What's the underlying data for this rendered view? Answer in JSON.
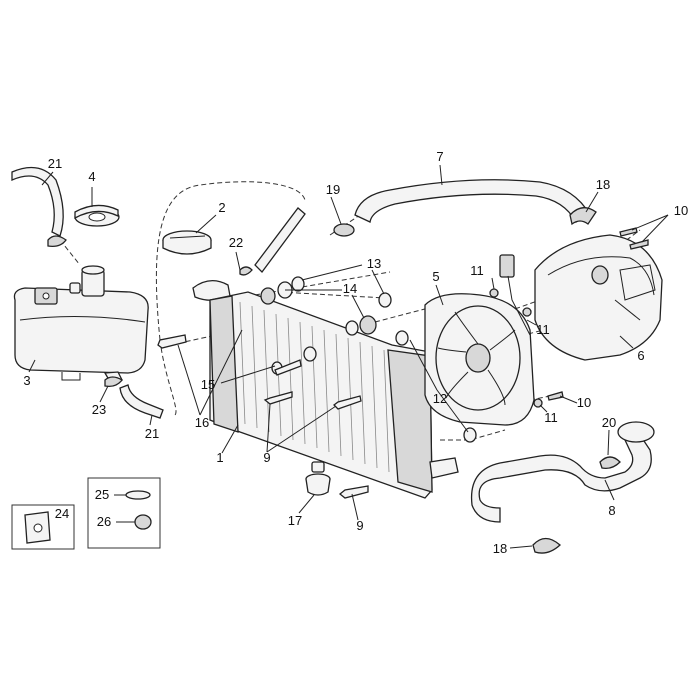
{
  "diagram": {
    "callouts": [
      {
        "id": "1",
        "label": "1"
      },
      {
        "id": "2",
        "label": "2"
      },
      {
        "id": "3",
        "label": "3"
      },
      {
        "id": "4",
        "label": "4"
      },
      {
        "id": "5",
        "label": "5"
      },
      {
        "id": "6",
        "label": "6"
      },
      {
        "id": "7",
        "label": "7"
      },
      {
        "id": "8",
        "label": "8"
      },
      {
        "id": "9a",
        "label": "9"
      },
      {
        "id": "9b",
        "label": "9"
      },
      {
        "id": "10a",
        "label": "10"
      },
      {
        "id": "10b",
        "label": "10"
      },
      {
        "id": "11a",
        "label": "11"
      },
      {
        "id": "11b",
        "label": "11"
      },
      {
        "id": "11c",
        "label": "11"
      },
      {
        "id": "12",
        "label": "12"
      },
      {
        "id": "13",
        "label": "13"
      },
      {
        "id": "14",
        "label": "14"
      },
      {
        "id": "15",
        "label": "15"
      },
      {
        "id": "16",
        "label": "16"
      },
      {
        "id": "17",
        "label": "17"
      },
      {
        "id": "18a",
        "label": "18"
      },
      {
        "id": "18b",
        "label": "18"
      },
      {
        "id": "19",
        "label": "19"
      },
      {
        "id": "20",
        "label": "20"
      },
      {
        "id": "21a",
        "label": "21"
      },
      {
        "id": "21b",
        "label": "21"
      },
      {
        "id": "22",
        "label": "22"
      },
      {
        "id": "23",
        "label": "23"
      },
      {
        "id": "24",
        "label": "24"
      },
      {
        "id": "25",
        "label": "25"
      },
      {
        "id": "26",
        "label": "26"
      }
    ]
  }
}
